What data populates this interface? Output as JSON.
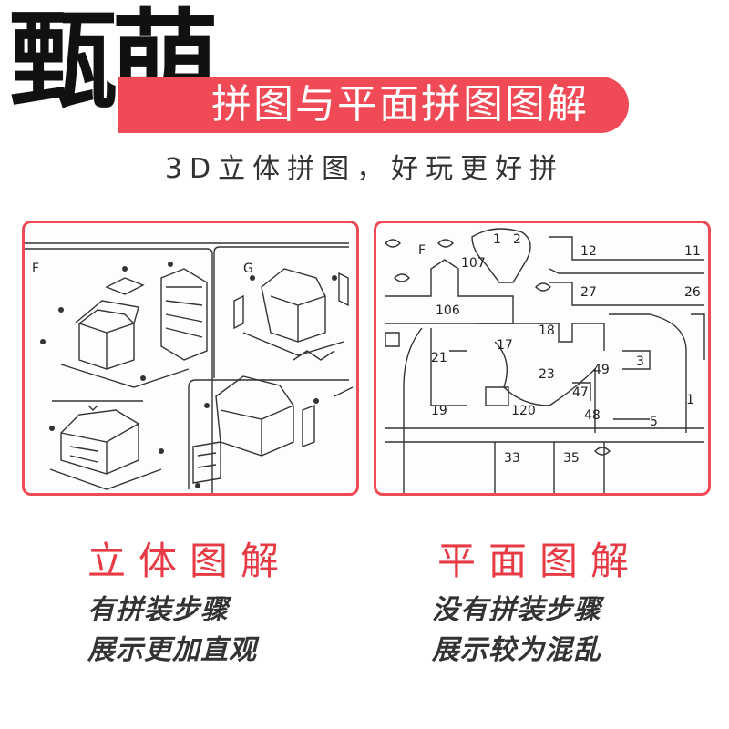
{
  "brand": "甄萌",
  "banner": {
    "title": "拼图与平面拼图图解",
    "color": "#ef4a55"
  },
  "subtitle": "3D立体拼图，好玩更好拼",
  "left_panel": {
    "caption": "立体图解",
    "step_labels": [
      "F",
      "G"
    ],
    "description": [
      "有拼装步骤",
      "展示更加直观"
    ]
  },
  "right_panel": {
    "caption": "平面图解",
    "part_numbers": [
      "2",
      "1",
      "F",
      "107",
      "12",
      "11",
      "27",
      "26",
      "106",
      "18",
      "17",
      "21",
      "3",
      "49",
      "23",
      "47",
      "120",
      "19",
      "48",
      "5",
      "33",
      "35",
      "1"
    ],
    "description": [
      "没有拼装步骤",
      "展示较为混乱"
    ]
  },
  "accent_color": "#e83a44"
}
